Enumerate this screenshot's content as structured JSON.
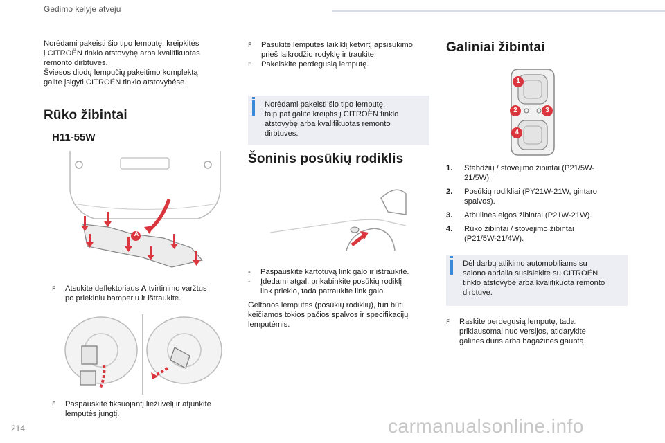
{
  "header": {
    "section_title": "Gedimo kelyje atveju"
  },
  "col1": {
    "intro": [
      "Norėdami pakeisti šio tipo lemputę, kreipkitės",
      "į CITROËN tinklo atstovybę arba kvalifikuotas",
      "remonto dirbtuves.",
      "Šviesos diodų lempučių pakeitimo komplektą",
      "galite įsigyti CITROËN tinklo atstovybėse."
    ],
    "fog_title": "Rūko žibintai",
    "bulb_type": "H11-55W",
    "callout_a": "A",
    "step1": [
      "Atsukite deflektoriaus ",
      "A",
      " tvirtinimo varžtus",
      "po priekiniu bamperiu ir ištraukite."
    ],
    "step2": [
      "Paspauskite fiksuojantį liežuvėlį ir atjunkite",
      "lemputės jungtį."
    ]
  },
  "col2": {
    "steps": [
      [
        "Pasukite lemputės laikiklį ketvirtį apsisukimo",
        "prieš laikrodžio rodyklę ir traukite."
      ],
      [
        "Pakeiskite perdegusią lemputę."
      ]
    ],
    "note": [
      "Norėdami pakeisti šio tipo lemputę,",
      "taip pat galite kreiptis į CITROËN tinklo",
      "atstovybę arba kvalifikuotas remonto",
      "dirbtuves."
    ],
    "side_title": "Šoninis posūkių rodiklis",
    "dash_items": [
      [
        "Paspauskite kartotuvą link galo ir ištraukite."
      ],
      [
        "Įdėdami atgal, prikabinkite posūkių rodiklį",
        "link priekio, tada patraukite link galo."
      ]
    ],
    "para": [
      "Geltonos lemputės (posūkių rodiklių), turi būti",
      "keičiamos tokios pačios spalvos ir specifikacijų",
      "lemputėmis."
    ]
  },
  "col3": {
    "rear_title": "Galiniai žibintai",
    "callouts": [
      "1",
      "2",
      "3",
      "4"
    ],
    "items": [
      {
        "num": "1.",
        "lines": [
          "Stabdžių / stovėjimo žibintai (P21/5W-",
          "21/5W)."
        ]
      },
      {
        "num": "2.",
        "lines": [
          "Posūkių rodikliai (PY21W-21W, gintaro",
          "spalvos)."
        ]
      },
      {
        "num": "3.",
        "lines": [
          "Atbulinės eigos žibintai (P21W-21W)."
        ]
      },
      {
        "num": "4.",
        "lines": [
          "Rūko žibintai / stovėjimo žibintai",
          "(P21/5W-21/4W)."
        ]
      }
    ],
    "note": [
      "Dėl darbų atlikimo automobiliams su",
      "salono apdaila susisiekite su CITROËN",
      "tinklo atstovybe arba kvalifikuota remonto",
      "dirbtuve."
    ],
    "step": [
      "Raskite perdegusią lemputę, tada,",
      "priklausomai nuo versijos, atidarykite",
      "galines duris arba bagažinės gaubtą."
    ]
  },
  "footer": {
    "page_number": "214",
    "watermark": "carmanualsonline.info"
  },
  "symbols": {
    "step_bullet": "F",
    "dash": "-"
  },
  "colors": {
    "accent": "#d9363e",
    "info_bar": "#3b8ad9",
    "info_bg": "#eceef3"
  }
}
